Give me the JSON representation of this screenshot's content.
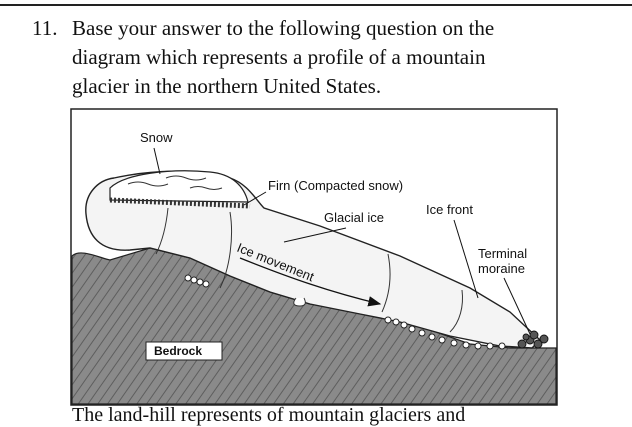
{
  "question": {
    "number": "11.",
    "lines": [
      "Base your answer to the following question on the",
      "diagram which represents a profile of a mountain",
      "glacier in the northern United States."
    ]
  },
  "diagram": {
    "labels": {
      "snow": "Snow",
      "firn": "Firn (Compacted snow)",
      "glacial_ice": "Glacial ice",
      "ice_front": "Ice front",
      "terminal": "Terminal",
      "moraine": "moraine",
      "ice_movement": "Ice movement",
      "bedrock": "Bedrock"
    }
  },
  "continuation_text": "The land-hill represents of mountain glaciers and"
}
